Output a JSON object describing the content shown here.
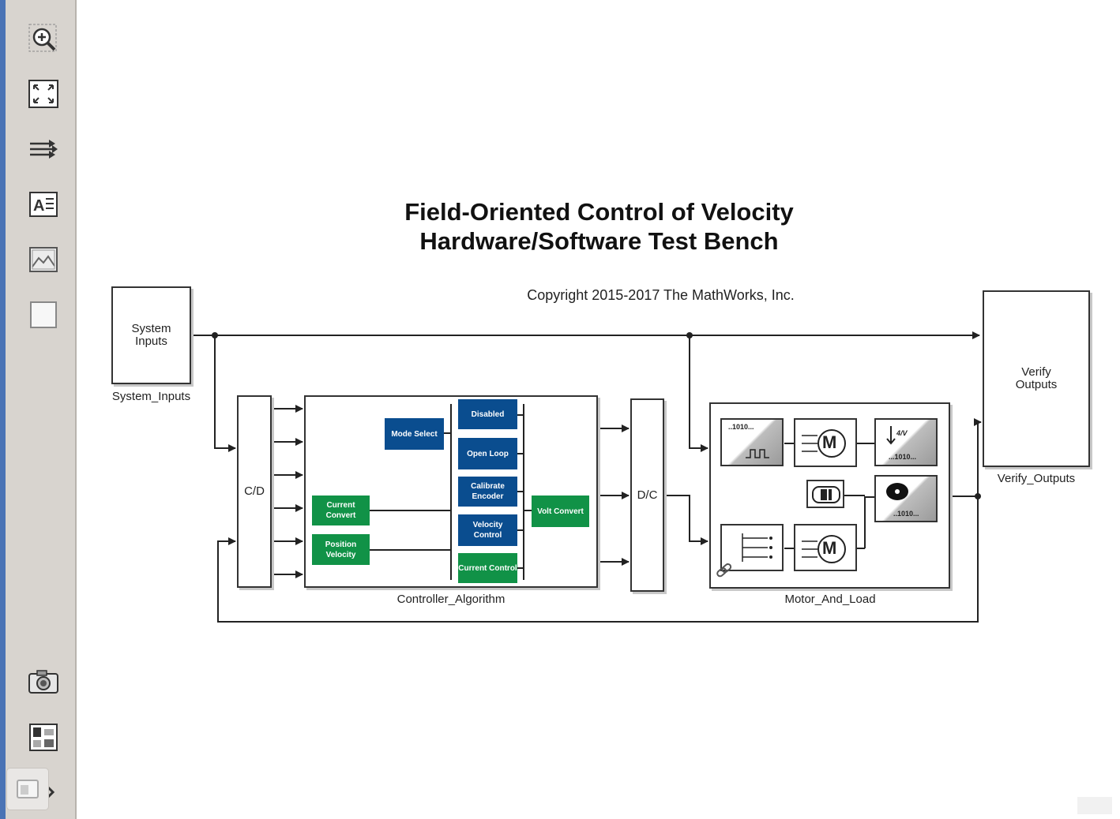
{
  "diagram": {
    "title_line1": "Field-Oriented Control of Velocity",
    "title_line2": "Hardware/Software Test Bench",
    "copyright": "Copyright 2015-2017 The MathWorks, Inc.",
    "blocks": {
      "system_inputs": {
        "text": "System Inputs",
        "name": "System_Inputs"
      },
      "verify_outputs": {
        "text": "Verify Outputs",
        "name": "Verify_Outputs"
      },
      "cd": {
        "text": "C/D"
      },
      "dc": {
        "text": "D/C"
      },
      "controller": {
        "name": "Controller_Algorithm"
      },
      "motor": {
        "name": "Motor_And_Load"
      }
    },
    "controller_subsystems": {
      "mode_select": "Mode Select",
      "disabled": "Disabled",
      "open_loop": "Open Loop",
      "calibrate_encoder": "Calibrate Encoder",
      "velocity_control": "Velocity Control",
      "current_control": "Current Control",
      "current_convert": "Current Convert",
      "position_velocity": "Position Velocity",
      "volt_convert": "Volt Convert"
    },
    "motor_subsystems": {
      "m1": "M",
      "m2": "M",
      "digital_1": "..1010...",
      "digital_2": "...1010...",
      "digital_3": "..1010...",
      "voltage_label": "4/V"
    }
  },
  "palette": {
    "tools": [
      "zoom-in-icon",
      "fit-view-icon",
      "route-lines-icon",
      "annotation-icon",
      "image-icon",
      "area-icon",
      "camera-icon",
      "library-icon",
      "expand-icon"
    ]
  }
}
